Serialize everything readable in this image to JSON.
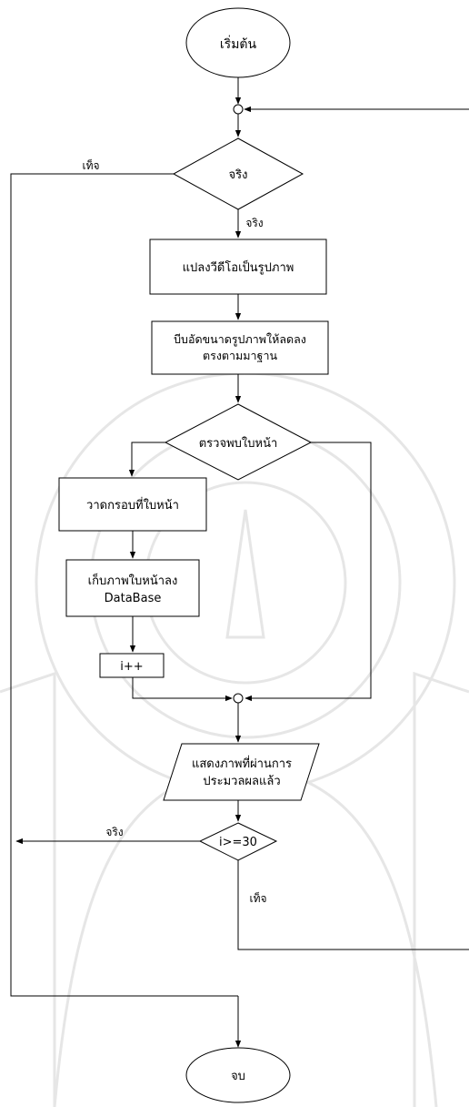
{
  "flowchart": {
    "start": "เริ่มต้น",
    "loop_condition": "จริง",
    "label_false_top": "เท็จ",
    "label_true_down": "จริง",
    "step_convert": "แปลงวีดีโอเป็นรูปภาพ",
    "step_compress_line1": "บีบอัดขนาดรูปภาพให้ลดลง",
    "step_compress_line2": "ตรงตามมาฐาน",
    "face_detect": "ตรวจพบใบหน้า",
    "draw_box": "วาดกรอบที่ใบหน้า",
    "store_line1": "เก็บภาพใบหน้าลง",
    "store_line2": "DataBase",
    "increment": "i++",
    "display_line1": "แสดงภาพที่ผ่านการ",
    "display_line2": "ประมวลผลแล้ว",
    "count_check": "i>=30",
    "label_true_left": "จริง",
    "label_false_bottom": "เท็จ",
    "end": "จบ"
  },
  "colors": {
    "line": "#000000",
    "watermark": "#e4e4e4",
    "background": "#ffffff"
  }
}
